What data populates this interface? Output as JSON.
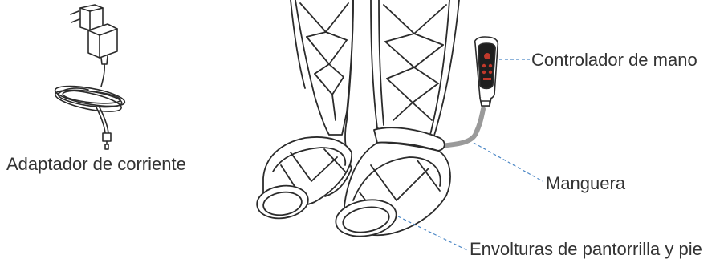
{
  "labels": {
    "adapter": "Adaptador de corriente",
    "controller": "Controlador de mano",
    "hose": "Manguera",
    "wraps": "Envolturas de pantorrilla y pie"
  },
  "colors": {
    "outline": "#2b2b2b",
    "leader": "#4a86c5",
    "hose": "#9a9a9a",
    "controller_body": "#1e1e1e",
    "controller_buttons": "#c0392b"
  },
  "icons": [
    "power-adapter-icon",
    "leg-wrap-left-icon",
    "leg-wrap-right-icon",
    "hand-controller-icon",
    "air-hose-icon"
  ]
}
